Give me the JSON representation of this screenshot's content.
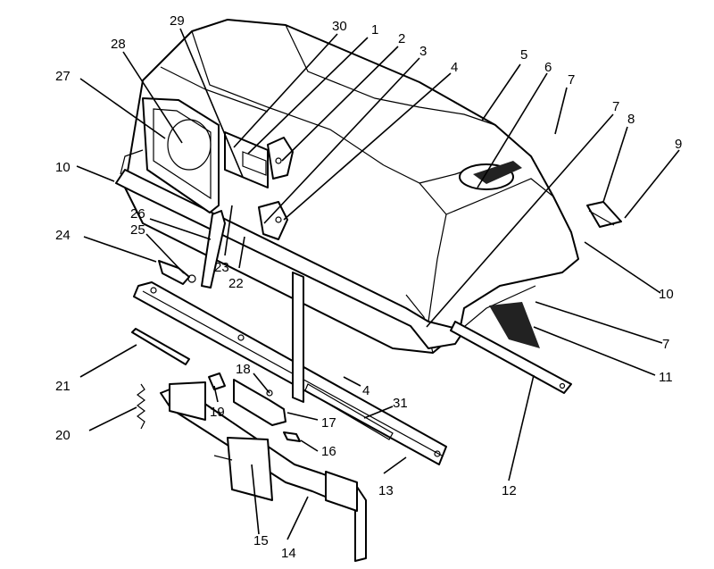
{
  "diagram": {
    "callouts": [
      {
        "id": "c1",
        "label": "1"
      },
      {
        "id": "c2",
        "label": "2"
      },
      {
        "id": "c3",
        "label": "3"
      },
      {
        "id": "c4a",
        "label": "4"
      },
      {
        "id": "c4b",
        "label": "4"
      },
      {
        "id": "c5",
        "label": "5"
      },
      {
        "id": "c6",
        "label": "6"
      },
      {
        "id": "c7a",
        "label": "7"
      },
      {
        "id": "c7b",
        "label": "7"
      },
      {
        "id": "c7c",
        "label": "7"
      },
      {
        "id": "c8",
        "label": "8"
      },
      {
        "id": "c9",
        "label": "9"
      },
      {
        "id": "c10a",
        "label": "10"
      },
      {
        "id": "c10b",
        "label": "10"
      },
      {
        "id": "c11",
        "label": "11"
      },
      {
        "id": "c12",
        "label": "12"
      },
      {
        "id": "c13",
        "label": "13"
      },
      {
        "id": "c14",
        "label": "14"
      },
      {
        "id": "c15",
        "label": "15"
      },
      {
        "id": "c16",
        "label": "16"
      },
      {
        "id": "c17",
        "label": "17"
      },
      {
        "id": "c18",
        "label": "18"
      },
      {
        "id": "c19",
        "label": "19"
      },
      {
        "id": "c20",
        "label": "20"
      },
      {
        "id": "c21",
        "label": "21"
      },
      {
        "id": "c22",
        "label": "22"
      },
      {
        "id": "c23",
        "label": "23"
      },
      {
        "id": "c24",
        "label": "24"
      },
      {
        "id": "c25",
        "label": "25"
      },
      {
        "id": "c26",
        "label": "26"
      },
      {
        "id": "c27",
        "label": "27"
      },
      {
        "id": "c28",
        "label": "28"
      },
      {
        "id": "c29",
        "label": "29"
      },
      {
        "id": "c30",
        "label": "30"
      },
      {
        "id": "c31",
        "label": "31"
      }
    ]
  }
}
